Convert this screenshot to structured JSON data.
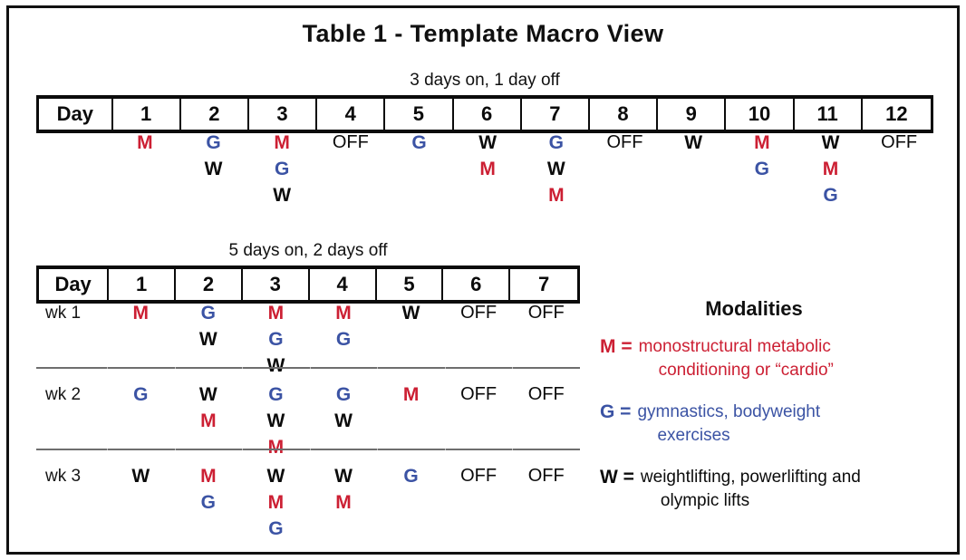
{
  "page": {
    "title": "Table 1 - Template Macro View",
    "colors": {
      "M": "#cc1f33",
      "G": "#3b53a4",
      "W": "#0b0b0b",
      "OFF": "#0b0b0b",
      "frame": "#111111",
      "separator": "#6e6e6e"
    }
  },
  "table1": {
    "caption": "3 days on, 1 day off",
    "header": [
      "Day",
      "1",
      "2",
      "3",
      "4",
      "5",
      "6",
      "7",
      "8",
      "9",
      "10",
      "11",
      "12"
    ],
    "rows": [
      {
        "label": "",
        "cells": [
          [],
          [
            {
              "t": "M",
              "c": "M"
            }
          ],
          [
            {
              "t": "G",
              "c": "G"
            },
            {
              "t": "W",
              "c": "W"
            }
          ],
          [
            {
              "t": "M",
              "c": "M"
            },
            {
              "t": "G",
              "c": "G"
            },
            {
              "t": "W",
              "c": "W"
            }
          ],
          [
            {
              "t": "OFF",
              "c": "OFF"
            }
          ],
          [
            {
              "t": "G",
              "c": "G"
            }
          ],
          [
            {
              "t": "W",
              "c": "W"
            },
            {
              "t": "M",
              "c": "M"
            }
          ],
          [
            {
              "t": "G",
              "c": "G"
            },
            {
              "t": "W",
              "c": "W"
            },
            {
              "t": "M",
              "c": "M"
            }
          ],
          [
            {
              "t": "OFF",
              "c": "OFF"
            }
          ],
          [
            {
              "t": "W",
              "c": "W"
            }
          ],
          [
            {
              "t": "M",
              "c": "M"
            },
            {
              "t": "G",
              "c": "G"
            }
          ],
          [
            {
              "t": "W",
              "c": "W"
            },
            {
              "t": "M",
              "c": "M"
            },
            {
              "t": "G",
              "c": "G"
            }
          ],
          [
            {
              "t": "OFF",
              "c": "OFF"
            }
          ]
        ]
      }
    ]
  },
  "table2": {
    "caption": "5 days on, 2 days off",
    "header": [
      "Day",
      "1",
      "2",
      "3",
      "4",
      "5",
      "6",
      "7"
    ],
    "rows": [
      {
        "label": "wk 1",
        "cells": [
          [],
          [
            {
              "t": "M",
              "c": "M"
            }
          ],
          [
            {
              "t": "G",
              "c": "G"
            },
            {
              "t": "W",
              "c": "W"
            }
          ],
          [
            {
              "t": "M",
              "c": "M"
            },
            {
              "t": "G",
              "c": "G"
            },
            {
              "t": "W",
              "c": "W"
            }
          ],
          [
            {
              "t": "M",
              "c": "M"
            },
            {
              "t": "G",
              "c": "G"
            }
          ],
          [
            {
              "t": "W",
              "c": "W"
            }
          ],
          [
            {
              "t": "OFF",
              "c": "OFF"
            }
          ],
          [
            {
              "t": "OFF",
              "c": "OFF"
            }
          ]
        ]
      },
      {
        "label": "wk 2",
        "cells": [
          [],
          [
            {
              "t": "G",
              "c": "G"
            }
          ],
          [
            {
              "t": "W",
              "c": "W"
            },
            {
              "t": "M",
              "c": "M"
            }
          ],
          [
            {
              "t": "G",
              "c": "G"
            },
            {
              "t": "W",
              "c": "W"
            },
            {
              "t": "M",
              "c": "M"
            }
          ],
          [
            {
              "t": "G",
              "c": "G"
            },
            {
              "t": "W",
              "c": "W"
            }
          ],
          [
            {
              "t": "M",
              "c": "M"
            }
          ],
          [
            {
              "t": "OFF",
              "c": "OFF"
            }
          ],
          [
            {
              "t": "OFF",
              "c": "OFF"
            }
          ]
        ]
      },
      {
        "label": "wk 3",
        "cells": [
          [],
          [
            {
              "t": "W",
              "c": "W"
            }
          ],
          [
            {
              "t": "M",
              "c": "M"
            },
            {
              "t": "G",
              "c": "G"
            }
          ],
          [
            {
              "t": "W",
              "c": "W"
            },
            {
              "t": "M",
              "c": "M"
            },
            {
              "t": "G",
              "c": "G"
            }
          ],
          [
            {
              "t": "W",
              "c": "W"
            },
            {
              "t": "M",
              "c": "M"
            }
          ],
          [
            {
              "t": "G",
              "c": "G"
            }
          ],
          [
            {
              "t": "OFF",
              "c": "OFF"
            }
          ],
          [
            {
              "t": "OFF",
              "c": "OFF"
            }
          ]
        ]
      }
    ]
  },
  "legend": {
    "title": "Modalities",
    "items": [
      {
        "key": "M",
        "eq": "=",
        "line1": "monostructural metabolic",
        "line2": "conditioning or “cardio”",
        "color": "#cc1f33"
      },
      {
        "key": "G",
        "eq": "=",
        "line1": "gymnastics, bodyweight",
        "line2": "exercises",
        "color": "#3b53a4"
      },
      {
        "key": "W",
        "eq": "=",
        "line1": "weightlifting, powerlifting and",
        "line2": "olympic lifts",
        "color": "#0b0b0b"
      }
    ]
  }
}
